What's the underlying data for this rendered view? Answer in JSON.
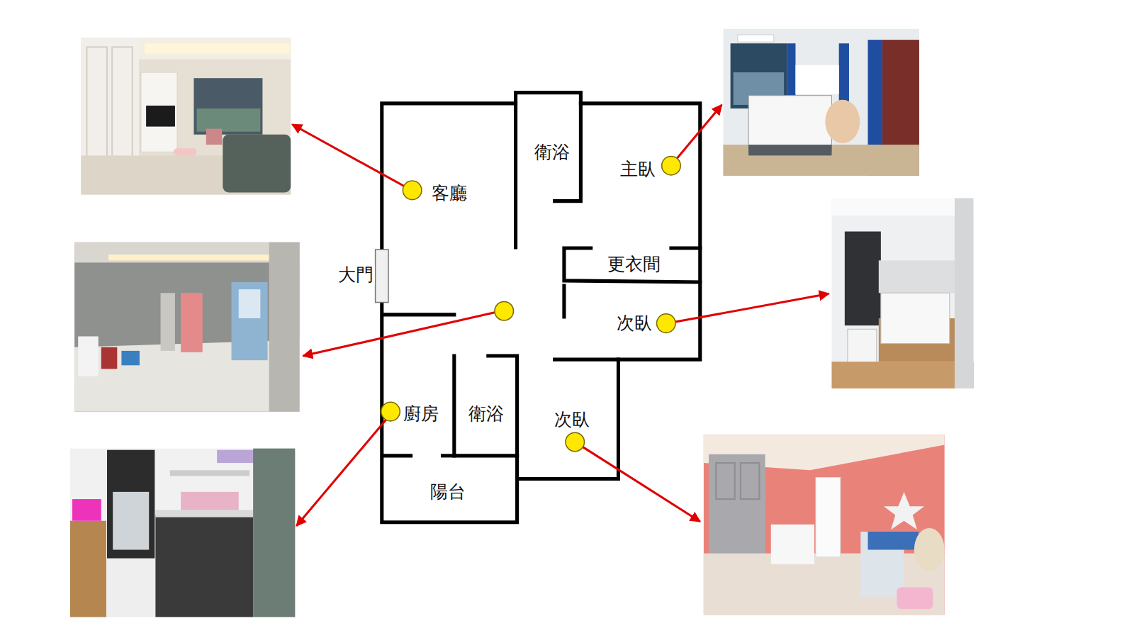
{
  "diagram": {
    "labels": [
      "客廳",
      "衛浴",
      "主臥",
      "大門",
      "更衣間",
      "次臥",
      "廚房",
      "衛浴",
      "次臥",
      "陽台"
    ]
  }
}
